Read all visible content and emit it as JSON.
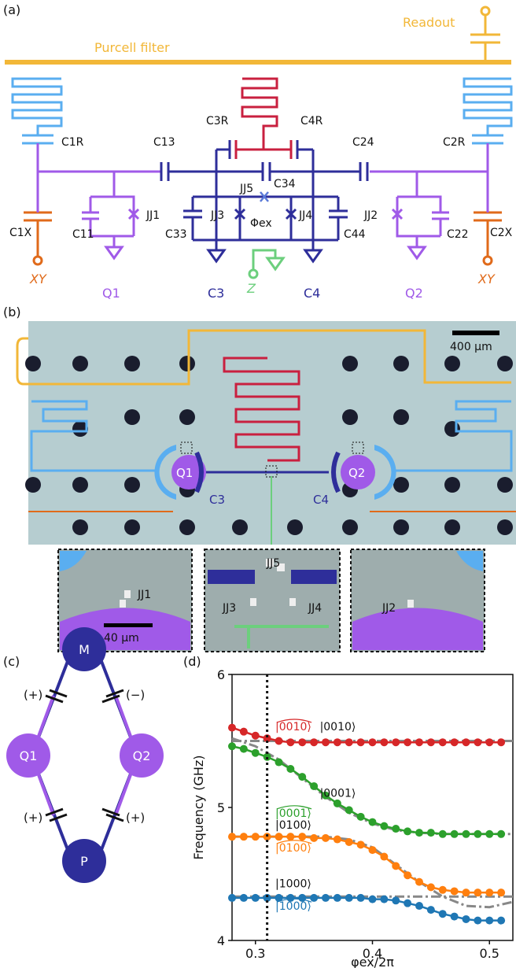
{
  "panels": {
    "a": "(a)",
    "b": "(b)",
    "c": "(c)",
    "d": "(d)"
  },
  "colors": {
    "purcell": "#f2b738",
    "resonator_blue": "#5aaef0",
    "qubit_purple": "#a05ae8",
    "coupler_navy": "#2e2e9a",
    "readout_red": "#c9203f",
    "xy_orange": "#e06a1a",
    "z_green": "#6ccf7d",
    "chip_bg": "#b6cdd0",
    "gray_fit": "#888888"
  },
  "circuit": {
    "purcell_label": "Purcell filter",
    "readout_label": "Readout",
    "labels": {
      "c1r": "C1R",
      "c2r": "C2R",
      "c3r": "C3R",
      "c4r": "C4R",
      "c13": "C13",
      "c24": "C24",
      "c34": "C34",
      "c11": "C11",
      "c22": "C22",
      "c33": "C33",
      "c44": "C44",
      "c1x": "C1X",
      "c2x": "C2X",
      "jj1": "JJ1",
      "jj2": "JJ2",
      "jj3": "JJ3",
      "jj4": "JJ4",
      "jj5": "JJ5",
      "phi": "Φex",
      "xy_left": "XY",
      "xy_right": "XY",
      "z": "Z",
      "q1": "Q1",
      "q2": "Q2",
      "c3": "C3",
      "c4": "C4"
    }
  },
  "micrograph": {
    "scale_bar": "400 µm",
    "q1": "Q1",
    "q2": "Q2",
    "c3": "C3",
    "c4": "C4",
    "inset_left_jj": "JJ1",
    "inset_left_scale": "40 µm",
    "inset_mid_jj5": "JJ5",
    "inset_mid_jj3": "JJ3",
    "inset_mid_jj4": "JJ4",
    "inset_right_jj": "JJ2"
  },
  "coupling_graph": {
    "nodes": {
      "m": "M",
      "q1": "Q1",
      "q2": "Q2",
      "p": "P"
    },
    "signs": {
      "q1_m": "(+)",
      "q2_m": "(−)",
      "q1_p": "(+)",
      "q2_p": "(+)"
    }
  },
  "chart_data": {
    "type": "scatter",
    "xlabel": "φex/2π",
    "ylabel": "Frequency (GHz)",
    "xlim": [
      0.28,
      0.52
    ],
    "ylim": [
      4.0,
      6.0
    ],
    "xticks": [
      "0.3",
      "0.4",
      "0.5"
    ],
    "yticks": [
      "4",
      "5",
      "6"
    ],
    "vline_x": 0.31,
    "annotations": {
      "s0010_tilde": "|0010⟩",
      "s0010": "|0010⟩",
      "s0001": "|0001⟩",
      "s0001_tilde": "|0001⟩",
      "s0100": "|0100⟩",
      "s0100_tilde": "|0100⟩",
      "s1000": "|1000⟩",
      "s1000_tilde": "|1000⟩"
    },
    "series": [
      {
        "color": "#d62728",
        "x": [
          0.28,
          0.29,
          0.3,
          0.31,
          0.32,
          0.33,
          0.34,
          0.35,
          0.36,
          0.37,
          0.38,
          0.39,
          0.4,
          0.41,
          0.42,
          0.43,
          0.44,
          0.45,
          0.46,
          0.47,
          0.48,
          0.49,
          0.5,
          0.51
        ],
        "y": [
          5.6,
          5.57,
          5.54,
          5.52,
          5.5,
          5.49,
          5.49,
          5.49,
          5.49,
          5.49,
          5.49,
          5.49,
          5.49,
          5.49,
          5.49,
          5.49,
          5.49,
          5.49,
          5.49,
          5.49,
          5.49,
          5.49,
          5.49,
          5.49
        ]
      },
      {
        "color": "#2ca02c",
        "x": [
          0.28,
          0.29,
          0.3,
          0.31,
          0.32,
          0.33,
          0.34,
          0.35,
          0.36,
          0.37,
          0.38,
          0.39,
          0.4,
          0.41,
          0.42,
          0.43,
          0.44,
          0.45,
          0.46,
          0.47,
          0.48,
          0.49,
          0.5,
          0.51
        ],
        "y": [
          5.46,
          5.44,
          5.41,
          5.38,
          5.34,
          5.29,
          5.23,
          5.16,
          5.09,
          5.03,
          4.98,
          4.93,
          4.89,
          4.86,
          4.84,
          4.82,
          4.81,
          4.81,
          4.8,
          4.8,
          4.8,
          4.8,
          4.8,
          4.8
        ]
      },
      {
        "color": "#ff7f0e",
        "x": [
          0.28,
          0.29,
          0.3,
          0.31,
          0.32,
          0.33,
          0.34,
          0.35,
          0.36,
          0.37,
          0.38,
          0.39,
          0.4,
          0.41,
          0.42,
          0.43,
          0.44,
          0.45,
          0.46,
          0.47,
          0.48,
          0.49,
          0.5,
          0.51
        ],
        "y": [
          4.78,
          4.78,
          4.78,
          4.78,
          4.78,
          4.78,
          4.78,
          4.77,
          4.77,
          4.76,
          4.74,
          4.72,
          4.68,
          4.63,
          4.56,
          4.49,
          4.44,
          4.4,
          4.38,
          4.37,
          4.36,
          4.36,
          4.36,
          4.36
        ]
      },
      {
        "color": "#1f77b4",
        "x": [
          0.28,
          0.29,
          0.3,
          0.31,
          0.32,
          0.33,
          0.34,
          0.35,
          0.36,
          0.37,
          0.38,
          0.39,
          0.4,
          0.41,
          0.42,
          0.43,
          0.44,
          0.45,
          0.46,
          0.47,
          0.48,
          0.49,
          0.5,
          0.51
        ],
        "y": [
          4.32,
          4.32,
          4.32,
          4.32,
          4.32,
          4.32,
          4.32,
          4.32,
          4.32,
          4.32,
          4.32,
          4.32,
          4.31,
          4.31,
          4.3,
          4.28,
          4.26,
          4.23,
          4.2,
          4.18,
          4.16,
          4.15,
          4.15,
          4.15
        ]
      }
    ],
    "fits_gray": [
      {
        "x": [
          0.28,
          0.3,
          0.32,
          0.34,
          0.36,
          0.38,
          0.4,
          0.42,
          0.44,
          0.46,
          0.48,
          0.5,
          0.52
        ],
        "y": [
          5.5,
          5.5,
          5.5,
          5.5,
          5.5,
          5.5,
          5.5,
          5.5,
          5.5,
          5.5,
          5.5,
          5.5,
          5.5
        ]
      },
      {
        "x": [
          0.28,
          0.3,
          0.32,
          0.34,
          0.36,
          0.38,
          0.4,
          0.42,
          0.44,
          0.46,
          0.48,
          0.5,
          0.52
        ],
        "y": [
          5.52,
          5.46,
          5.36,
          5.22,
          5.08,
          4.96,
          4.88,
          4.83,
          4.81,
          4.8,
          4.8,
          4.8,
          4.8
        ]
      },
      {
        "x": [
          0.28,
          0.3,
          0.32,
          0.34,
          0.36,
          0.38,
          0.4,
          0.42,
          0.44,
          0.46,
          0.48,
          0.5,
          0.52
        ],
        "y": [
          4.78,
          4.78,
          4.78,
          4.78,
          4.78,
          4.76,
          4.7,
          4.57,
          4.44,
          4.33,
          4.26,
          4.25,
          4.29
        ]
      },
      {
        "x": [
          0.28,
          0.3,
          0.32,
          0.34,
          0.36,
          0.38,
          0.4,
          0.42,
          0.44,
          0.46,
          0.48,
          0.5,
          0.52
        ],
        "y": [
          4.33,
          4.33,
          4.33,
          4.33,
          4.33,
          4.33,
          4.33,
          4.33,
          4.33,
          4.33,
          4.33,
          4.33,
          4.33
        ]
      }
    ]
  }
}
